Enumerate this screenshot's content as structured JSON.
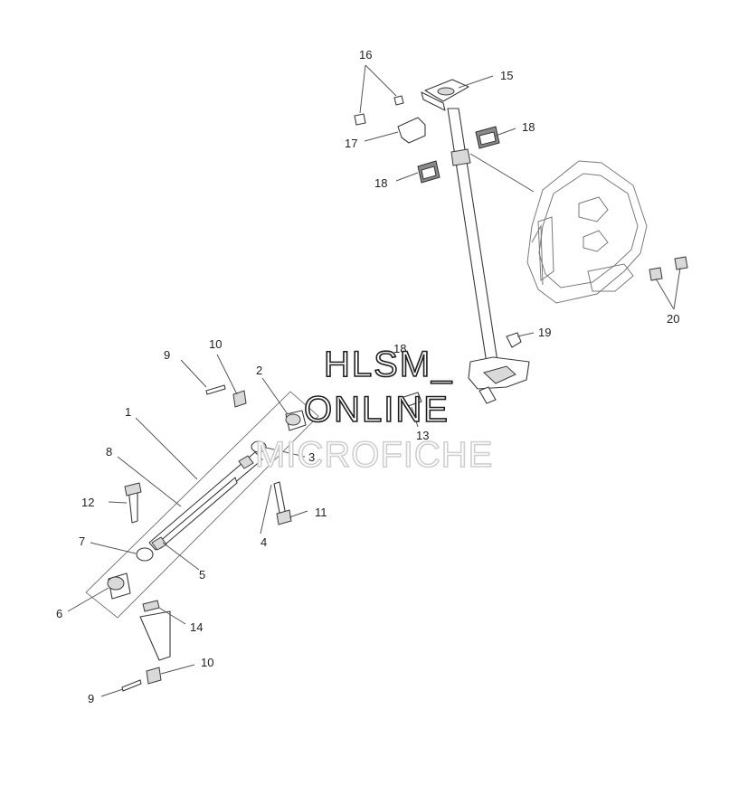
{
  "callouts": {
    "c1": "1",
    "c2": "2",
    "c3": "3",
    "c4": "4",
    "c5": "5",
    "c6": "6",
    "c7": "7",
    "c8": "8",
    "c9a": "9",
    "c9b": "9",
    "c10a": "10",
    "c10b": "10",
    "c11": "11",
    "c12": "12",
    "c13": "13",
    "c14": "14",
    "c15": "15",
    "c16": "16",
    "c17": "17",
    "c18a": "18",
    "c18b": "18",
    "c19": "19",
    "c20": "20",
    "c18c": "18"
  },
  "watermark": {
    "line1": "HLSM_",
    "line2": "ONLINE",
    "line3": "MICROFICHE"
  }
}
